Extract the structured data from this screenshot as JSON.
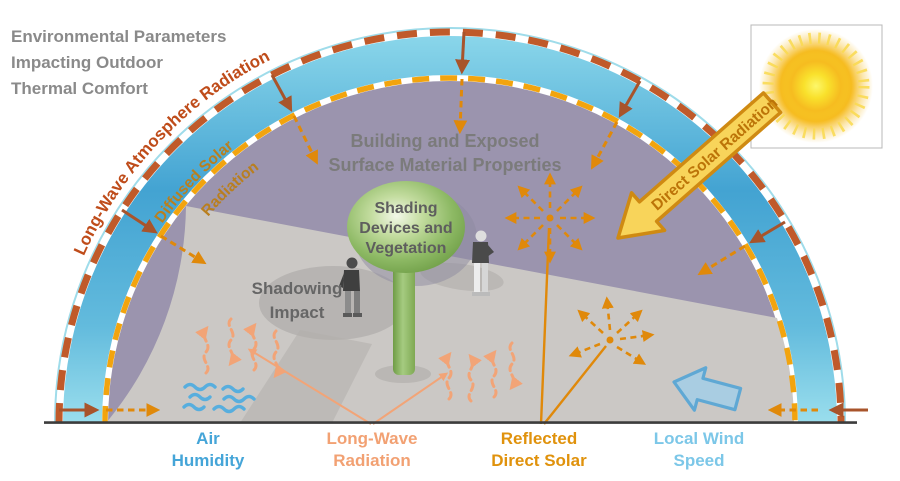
{
  "title": {
    "line1": "Environmental Parameters",
    "line2": "Impacting Outdoor",
    "line3": "Thermal Comfort"
  },
  "curved_labels": {
    "long_wave_atmosphere": "Long-Wave Atmosphere Radiation",
    "diffused_solar_line1": "Diffused Solar",
    "diffused_solar_line2": "Radiation"
  },
  "direct_solar_arrow": {
    "label": "Direct Solar Radiation"
  },
  "dome_labels": {
    "building_line1": "Building and Exposed",
    "building_line2": "Surface Material Properties",
    "shading_line1": "Shading",
    "shading_line2": "Devices and",
    "shading_line3": "Vegetation",
    "shadowing_line1": "Shadowing",
    "shadowing_line2": "Impact"
  },
  "bottom_labels": [
    {
      "id": "air-humidity",
      "line1": "Air",
      "line2": "Humidity",
      "color": "#45a5d8"
    },
    {
      "id": "long-wave",
      "line1": "Long-Wave",
      "line2": "Radiation",
      "color": "#f2a173"
    },
    {
      "id": "reflected",
      "line1": "Reflected",
      "line2": "Direct Solar",
      "color": "#e0920c"
    },
    {
      "id": "local-wind",
      "line1": "Local Wind",
      "line2": "Speed",
      "color": "#7cc7e8"
    }
  ],
  "icons": {
    "sun": "sun-icon",
    "tree": "tree-icon",
    "person_left": "person-icon",
    "person_right": "person-icon",
    "wind_arrow": "wind-arrow-icon",
    "humidity_waves": "humidity-waves-icon",
    "reflected_starburst": "starburst-rays-icon",
    "long_wave_squiggles": "wavy-arrow-icon"
  },
  "colors": {
    "outer_arc_dash": "#c05a2a",
    "inner_arc_dash": "#f2a40e",
    "atmosphere_band_deep": "#43a3d2",
    "atmosphere_band_light": "#9adeed",
    "dome_purple": "#9b94ae",
    "ground_gray": "#cbc8c5",
    "shadow_gray": "#b2afac",
    "tree_green": "#8cba64",
    "sun_yellow": "#f8e12c",
    "direct_solar_fill": "#f8d45a",
    "direct_solar_border": "#cf8a12",
    "direct_solar_text": "#bc7408",
    "long_wave_atmosphere_text": "#bf4c1a",
    "diffused_solar_text": "#b97f1f",
    "orange_arrows": "#e0890a",
    "brown_arrows": "#a8542b",
    "salmon_arrows": "#f2a477",
    "humidity_blue": "#57aede",
    "wind_arrow_fill": "#a9cde2",
    "wind_arrow_border": "#5fa8d4",
    "title_gray": "#8a8a8a",
    "dome_text_gray": "#6f6f6f",
    "ground_line": "#3c3c3c"
  }
}
